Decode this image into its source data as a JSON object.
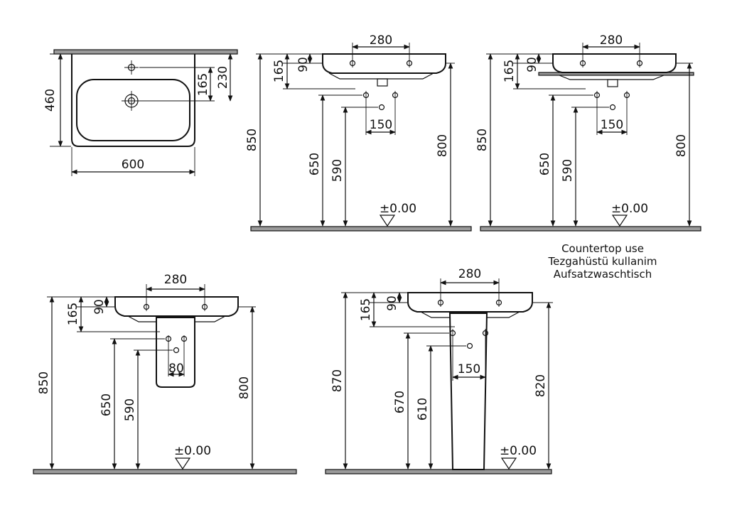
{
  "plan": {
    "width": "600",
    "depth": "460",
    "tap_offset": "165",
    "back_offset": "230"
  },
  "wall_front": {
    "tap_spacing": "280",
    "height_total": "850",
    "height_165": "165",
    "height_90": "90",
    "trap_spacing": "150",
    "height_650": "650",
    "height_590": "590",
    "height_800": "800",
    "zero": "±0.00"
  },
  "countertop_front": {
    "tap_spacing": "280",
    "height_total": "850",
    "height_165": "165",
    "height_90": "90",
    "trap_spacing": "150",
    "height_650": "650",
    "height_590": "590",
    "height_800": "800",
    "zero": "±0.00",
    "caption_en": "Countertop use",
    "caption_tr": "Tezgahüstü kullanim",
    "caption_de": "Aufsatzwaschtisch"
  },
  "half_pedestal": {
    "tap_spacing": "280",
    "height_total": "850",
    "height_165": "165",
    "height_90": "90",
    "trap_spacing": "80",
    "height_650": "650",
    "height_590": "590",
    "height_800": "800",
    "zero": "±0.00"
  },
  "full_pedestal": {
    "tap_spacing": "280",
    "height_total": "870",
    "height_165": "165",
    "height_90": "90",
    "trap_spacing": "150",
    "height_670": "670",
    "height_610": "610",
    "height_820": "820",
    "zero": "±0.00"
  }
}
